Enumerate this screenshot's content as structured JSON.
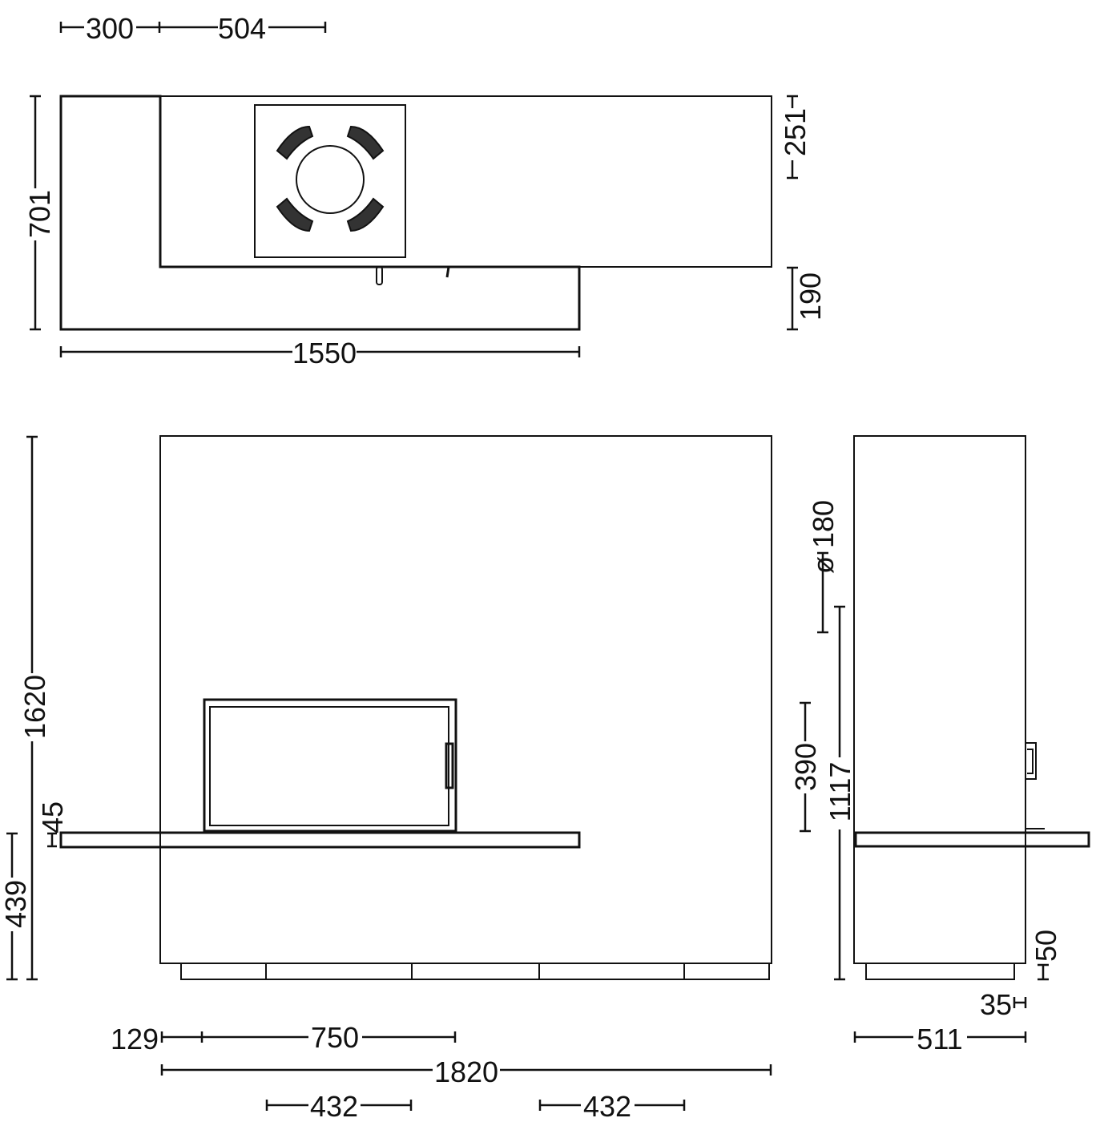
{
  "title": "Fireplace dimension drawing",
  "colors": {
    "line": "#111111",
    "background": "#ffffff"
  },
  "top_view": {
    "dims": {
      "offset_left": "300",
      "firebox_width": "504",
      "depth_total": "701",
      "depth_upper": "251",
      "depth_lower": "190",
      "width_bench": "1550"
    }
  },
  "front_view": {
    "dims": {
      "height_total": "1620",
      "bench_thickness": "45",
      "bench_height": "439",
      "firebox_offset": "129",
      "firebox_width": "750",
      "width_total": "1820",
      "plinth_left": "432",
      "plinth_right": "432"
    }
  },
  "side_view": {
    "dims": {
      "flue_diameter": "ø 180",
      "firebox_height": "390",
      "flue_height": "1117",
      "plinth_height": "50",
      "plinth_inset": "35",
      "depth": "511"
    }
  }
}
